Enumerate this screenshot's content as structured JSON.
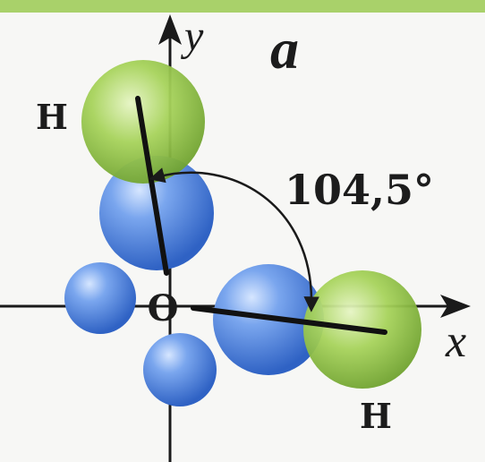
{
  "diagram": {
    "panel_letter": "a",
    "axis_x_label": "x",
    "axis_y_label": "y",
    "atom_center_label": "O",
    "atom_hydrogen_top_label": "H",
    "atom_hydrogen_right_label": "H",
    "angle_label": "104,5°"
  },
  "colors": {
    "top_band": "#a9d16a",
    "hydrogen_orbital": "#9fcc55",
    "oxygen_orbital": "#5a8fe0",
    "lines": "#1a1a1a"
  }
}
